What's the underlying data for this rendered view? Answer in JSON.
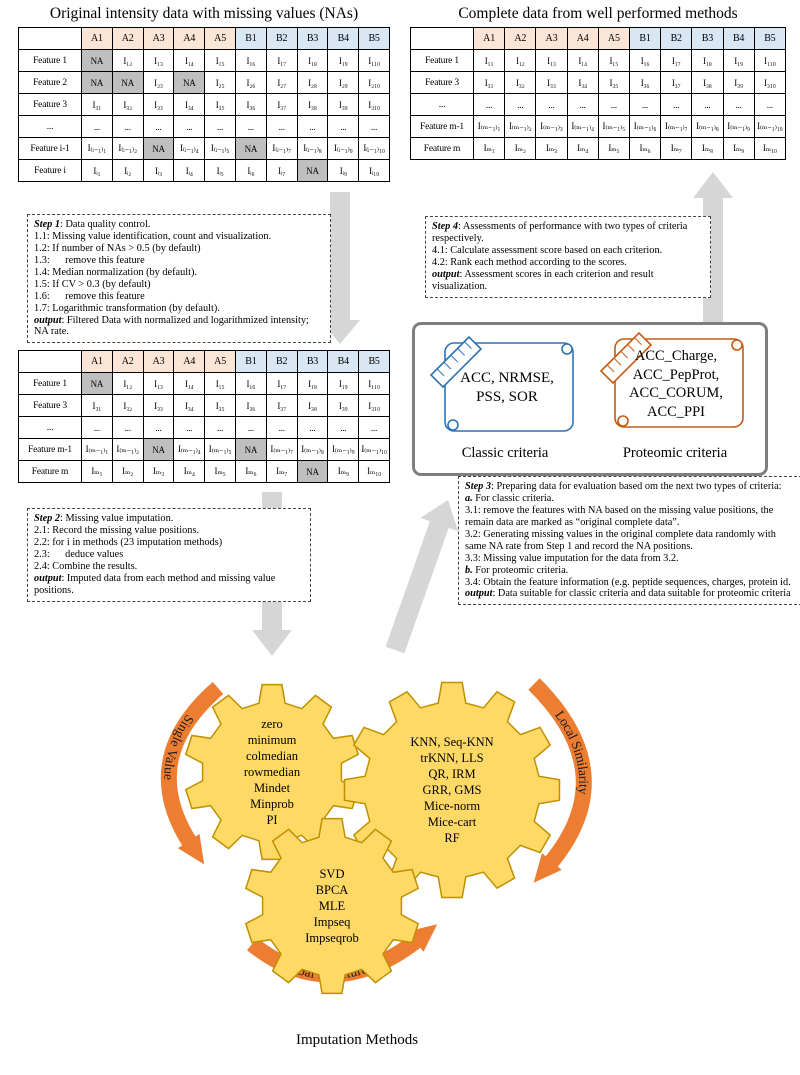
{
  "titles": {
    "left_table": "Original intensity data with missing values (NAs)",
    "right_table": "Complete data from well performed methods"
  },
  "tables": {
    "original": {
      "headers": [
        "",
        "A1",
        "A2",
        "A3",
        "A4",
        "A5",
        "B1",
        "B2",
        "B3",
        "B4",
        "B5"
      ],
      "rows": [
        {
          "label": "Feature 1",
          "cells": [
            "NA",
            "I₁₂",
            "I₁₃",
            "I₁₄",
            "I₁₅",
            "I₁₆",
            "I₁₇",
            "I₁₈",
            "I₁₉",
            "I₁₁₀"
          ]
        },
        {
          "label": "Feature 2",
          "cells": [
            "NA",
            "NA",
            "I₂₃",
            "NA",
            "I₂₅",
            "I₂₆",
            "I₂₇",
            "I₂₈",
            "I₂₉",
            "I₂₁₀"
          ]
        },
        {
          "label": "Feature 3",
          "cells": [
            "I₃₁",
            "I₃₂",
            "I₃₃",
            "I₃₄",
            "I₃₅",
            "I₃₆",
            "I₃₇",
            "I₃₈",
            "I₃₉",
            "I₃₁₀"
          ]
        },
        {
          "label": "...",
          "cells": [
            "...",
            "...",
            "...",
            "...",
            "...",
            "...",
            "...",
            "...",
            "...",
            "..."
          ]
        },
        {
          "label": "Feature i-1",
          "cells": [
            "I₍ᵢ₋₁₎₁",
            "I₍ᵢ₋₁₎₂",
            "NA",
            "I₍ᵢ₋₁₎₄",
            "I₍ᵢ₋₁₎₅",
            "NA",
            "I₍ᵢ₋₁₎₇",
            "I₍ᵢ₋₁₎₈",
            "I₍ᵢ₋₁₎₉",
            "I₍ᵢ₋₁₎₁₀"
          ]
        },
        {
          "label": "Feature i",
          "cells": [
            "Iᵢ₁",
            "Iᵢ₂",
            "Iᵢ₃",
            "Iᵢ₄",
            "Iᵢ₅",
            "Iᵢ₆",
            "Iᵢ₇",
            "NA",
            "Iᵢ₉",
            "Iᵢ₁₀"
          ]
        }
      ]
    },
    "complete": {
      "headers": [
        "",
        "A1",
        "A2",
        "A3",
        "A4",
        "A5",
        "B1",
        "B2",
        "B3",
        "B4",
        "B5"
      ],
      "rows": [
        {
          "label": "Feature 1",
          "cells": [
            "I₁₁",
            "I₁₂",
            "I₁₃",
            "I₁₄",
            "I₁₅",
            "I₁₆",
            "I₁₇",
            "I₁₈",
            "I₁₉",
            "I₁₁₀"
          ]
        },
        {
          "label": "Feature 3",
          "cells": [
            "I₃₁",
            "I₃₂",
            "I₃₃",
            "I₃₄",
            "I₃₅",
            "I₃₆",
            "I₃₇",
            "I₃₈",
            "I₃₉",
            "I₃₁₀"
          ]
        },
        {
          "label": "...",
          "cells": [
            "...",
            "...",
            "...",
            "...",
            "...",
            "...",
            "...",
            "...",
            "...",
            "..."
          ]
        },
        {
          "label": "Feature m-1",
          "cells": [
            "I₍ₘ₋₁₎₁",
            "I₍ₘ₋₁₎₂",
            "I₍ₘ₋₁₎₃",
            "I₍ₘ₋₁₎₄",
            "I₍ₘ₋₁₎₅",
            "I₍ₘ₋₁₎₆",
            "I₍ₘ₋₁₎₇",
            "I₍ₘ₋₁₎₈",
            "I₍ₘ₋₁₎₉",
            "I₍ₘ₋₁₎₁₀"
          ]
        },
        {
          "label": "Feature m",
          "cells": [
            "Iₘ₁",
            "Iₘ₂",
            "Iₘ₃",
            "Iₘ₄",
            "Iₘ₅",
            "Iₘ₆",
            "Iₘ₇",
            "Iₘ₈",
            "Iₘ₉",
            "Iₘ₁₀"
          ]
        }
      ]
    },
    "filtered": {
      "headers": [
        "",
        "A1",
        "A2",
        "A3",
        "A4",
        "A5",
        "B1",
        "B2",
        "B3",
        "B4",
        "B5"
      ],
      "rows": [
        {
          "label": "Feature 1",
          "cells": [
            "NA",
            "I₁₂",
            "I₁₃",
            "I₁₄",
            "I₁₅",
            "I₁₆",
            "I₁₇",
            "I₁₈",
            "I₁₉",
            "I₁₁₀"
          ]
        },
        {
          "label": "Feature 3",
          "cells": [
            "I₃₁",
            "I₃₂",
            "I₃₃",
            "I₃₄",
            "I₃₅",
            "I₃₆",
            "I₃₇",
            "I₃₈",
            "I₃₉",
            "I₃₁₀"
          ]
        },
        {
          "label": "...",
          "cells": [
            "...",
            "...",
            "...",
            "...",
            "...",
            "...",
            "...",
            "...",
            "...",
            "..."
          ]
        },
        {
          "label": "Feature m-1",
          "cells": [
            "I₍ₘ₋₁₎₁",
            "I₍ₘ₋₁₎₂",
            "NA",
            "I₍ₘ₋₁₎₄",
            "I₍ₘ₋₁₎₅",
            "NA",
            "I₍ₘ₋₁₎₇",
            "I₍ₘ₋₁₎₈",
            "I₍ₘ₋₁₎₉",
            "I₍ₘ₋₁₎₁₀"
          ]
        },
        {
          "label": "Feature m",
          "cells": [
            "Iₘ₁",
            "Iₘ₂",
            "Iₘ₃",
            "Iₘ₄",
            "Iₘ₅",
            "Iₘ₆",
            "Iₘ₇",
            "NA",
            "Iₘ₉",
            "Iₘ₁₀"
          ]
        }
      ]
    }
  },
  "steps": {
    "step1": {
      "title_em": "Step 1",
      "title_rest": ": Data quality control.",
      "lines": [
        "1.1: Missing value identification, count and visualization.",
        "1.2: If number of NAs > 0.5 (by default)",
        "1.3:      remove this feature",
        "1.4: Median normalization (by default).",
        "1.5: If CV > 0.3 (by default)",
        "1.6:      remove this feature",
        "1.7: Logarithmic transformation (by default)."
      ],
      "output_em": "output",
      "output_rest": ": Filtered Data with normalized and logarithmized intensity; NA rate."
    },
    "step2": {
      "title_em": "Step 2",
      "title_rest": ": Missing value imputation.",
      "lines": [
        "2.1: Record the missing value positions.",
        "2.2: for i in methods (23 imputation methods)",
        "2.3:      deduce values",
        "2.4: Combine the results."
      ],
      "output_em": "output",
      "output_rest": ": Imputed data from each method and missing value positions."
    },
    "step4": {
      "title_em": "Step 4",
      "title_rest": ": Assessments of performance with two types of criteria respectively.",
      "lines": [
        "4.1: Calculate assessment score based on each criterion.",
        "4.2: Rank each method according to the scores."
      ],
      "output_em": "output",
      "output_rest": ": Assessment scores in each criterion and result visualization."
    },
    "step3": {
      "title_em": "Step 3",
      "title_rest": ": Preparing data for evaluation based om the next two types of criteria:",
      "items": [
        {
          "em": "a.",
          "text": " For classic criteria."
        },
        {
          "em": "",
          "text": "3.1: remove the features with NA based on the missing value positions, the remain data are marked as “original complete data”."
        },
        {
          "em": "",
          "text": "3.2: Generating missing values in the original complete data randomly with same NA rate from Step 1 and record the NA positions."
        },
        {
          "em": "",
          "text": "3.3: Missing value imputation for the data from 3.2."
        },
        {
          "em": "b.",
          "text": " For proteomic criteria."
        },
        {
          "em": "",
          "text": "3.4: Obtain the feature information (e.g. peptide sequences, charges, protein id."
        },
        {
          "em": "output",
          "text": ": Data suitable for classic criteria and data suitable for proteomic criteria"
        }
      ]
    }
  },
  "criteria": {
    "classic": {
      "lines": [
        "ACC, NRMSE,",
        "PSS, SOR"
      ],
      "label": "Classic criteria"
    },
    "proteomic": {
      "lines": [
        "ACC_Charge,",
        "ACC_PepProt,",
        "ACC_CORUM,",
        "ACC_PPI"
      ],
      "label": "Proteomic criteria"
    }
  },
  "gears": {
    "caption": "Imputation Methods",
    "single_value": {
      "label": "Single Value",
      "methods": [
        "zero",
        "minimum",
        "colmedian",
        "rowmedian",
        "Mindet",
        "Minprob",
        "PI"
      ]
    },
    "local_similarity": {
      "label": "Local Similarity",
      "methods": [
        "KNN, Seq-KNN",
        "trKNN, LLS",
        "QR, IRM",
        "GRR, GMS",
        "Mice-norm",
        "Mice-cart",
        "RF"
      ]
    },
    "global_structure": {
      "label": "Global Structure",
      "methods": [
        "SVD",
        "BPCA",
        "MLE",
        "Impseq",
        "Impseqrob"
      ]
    }
  },
  "colors": {
    "header-a": "#fbe5d6",
    "header-b": "#d9e7f5",
    "na-cell": "#bfbfbf",
    "arrow-gray": "#d6d6d6",
    "gear-fill": "#ffd966",
    "gear-stroke": "#bf9000",
    "accent-orange": "#ed7d31",
    "classic-blue": "#2e74b5",
    "proteomic-orange": "#c55a11",
    "panel-border": "#7f7f7f"
  }
}
